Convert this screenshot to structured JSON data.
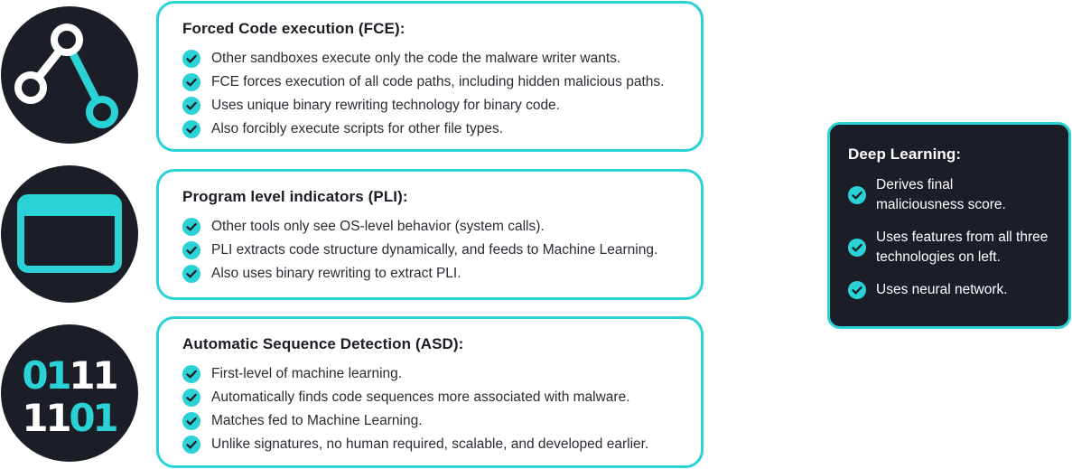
{
  "colors": {
    "accent": "#2ad2d6",
    "dark": "#1b1e26",
    "text": "#1b1d24",
    "white": "#ffffff"
  },
  "icons": {
    "fce": "branch-path-icon",
    "pli": "window-icon",
    "asd": "binary-digits-icon",
    "bullet": "check-circle-icon"
  },
  "binary": {
    "row1": [
      {
        "d": "0",
        "accent": true
      },
      {
        "d": "1",
        "accent": true
      },
      {
        "d": "1",
        "accent": false
      },
      {
        "d": "1",
        "accent": false
      }
    ],
    "row2": [
      {
        "d": "1",
        "accent": false
      },
      {
        "d": "1",
        "accent": false
      },
      {
        "d": "0",
        "accent": true
      },
      {
        "d": "1",
        "accent": true
      }
    ]
  },
  "fce": {
    "title": "Forced Code execution (FCE):",
    "items": [
      "Other sandboxes execute only the code the malware writer wants.",
      "FCE forces execution of all code paths, including hidden malicious paths.",
      "Uses unique binary rewriting technology for binary code.",
      "Also forcibly execute scripts for other file types."
    ]
  },
  "pli": {
    "title": "Program level indicators (PLI):",
    "items": [
      "Other tools only see OS-level behavior (system calls).",
      "PLI extracts code structure dynamically, and feeds to Machine Learning.",
      "Also uses binary rewriting to extract PLI."
    ]
  },
  "asd": {
    "title": "Automatic Sequence Detection (ASD):",
    "items": [
      "First-level of machine learning.",
      "Automatically finds code sequences more associated with malware.",
      "Matches fed to Machine Learning.",
      "Unlike signatures, no human required, scalable, and developed earlier."
    ]
  },
  "deep_learning": {
    "title": "Deep Learning:",
    "items": [
      [
        "Derives final",
        "maliciousness score."
      ],
      [
        "Uses features from all three",
        "technologies on left."
      ],
      [
        "Uses neural network."
      ]
    ]
  }
}
